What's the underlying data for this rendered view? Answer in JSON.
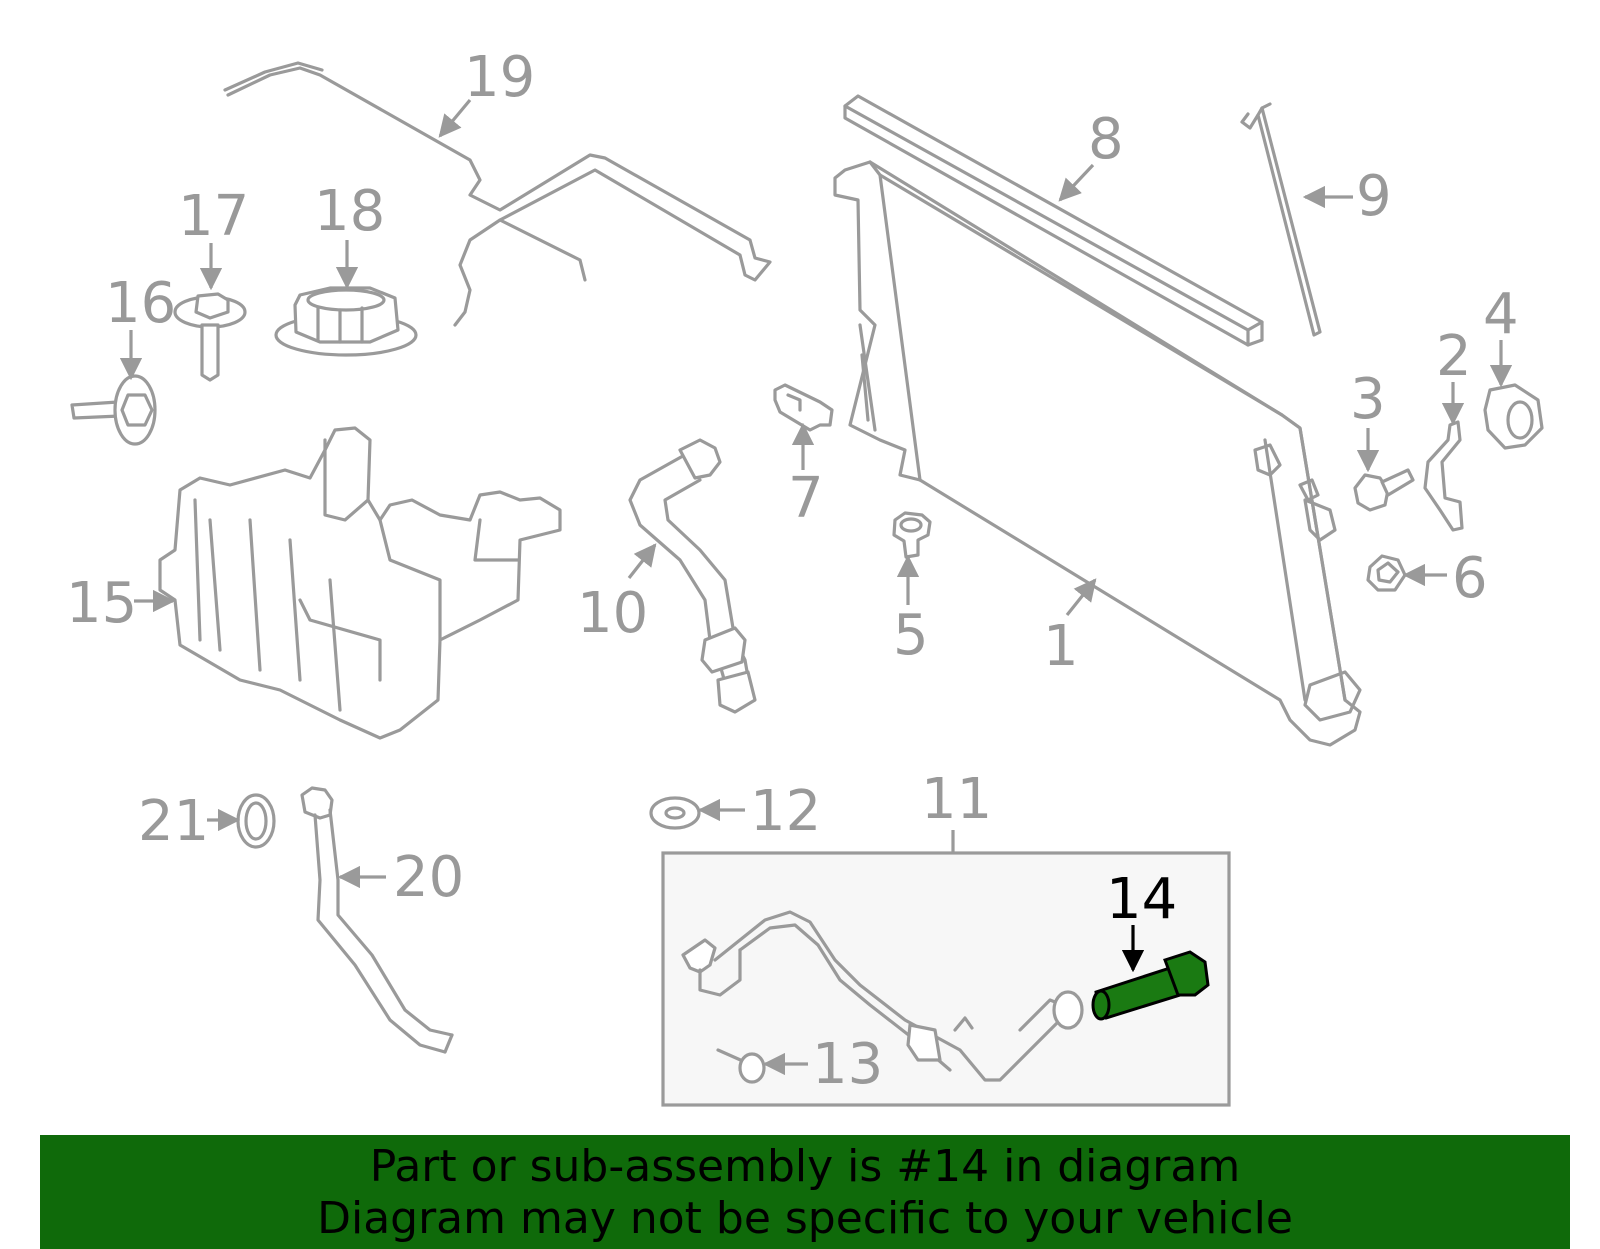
{
  "callouts": {
    "c1": "1",
    "c2": "2",
    "c3": "3",
    "c4": "4",
    "c5": "5",
    "c6": "6",
    "c7": "7",
    "c8": "8",
    "c9": "9",
    "c10": "10",
    "c11": "11",
    "c12": "12",
    "c13": "13",
    "c14": "14",
    "c15": "15",
    "c16": "16",
    "c17": "17",
    "c18": "18",
    "c19": "19",
    "c20": "20",
    "c21": "21"
  },
  "highlight": {
    "part": "14",
    "color": "#1a7a12"
  },
  "banner": {
    "line1": "Part or sub-assembly is #14 in diagram",
    "line2": "Diagram may not be specific to your vehicle",
    "background": "#0f6a0a"
  }
}
